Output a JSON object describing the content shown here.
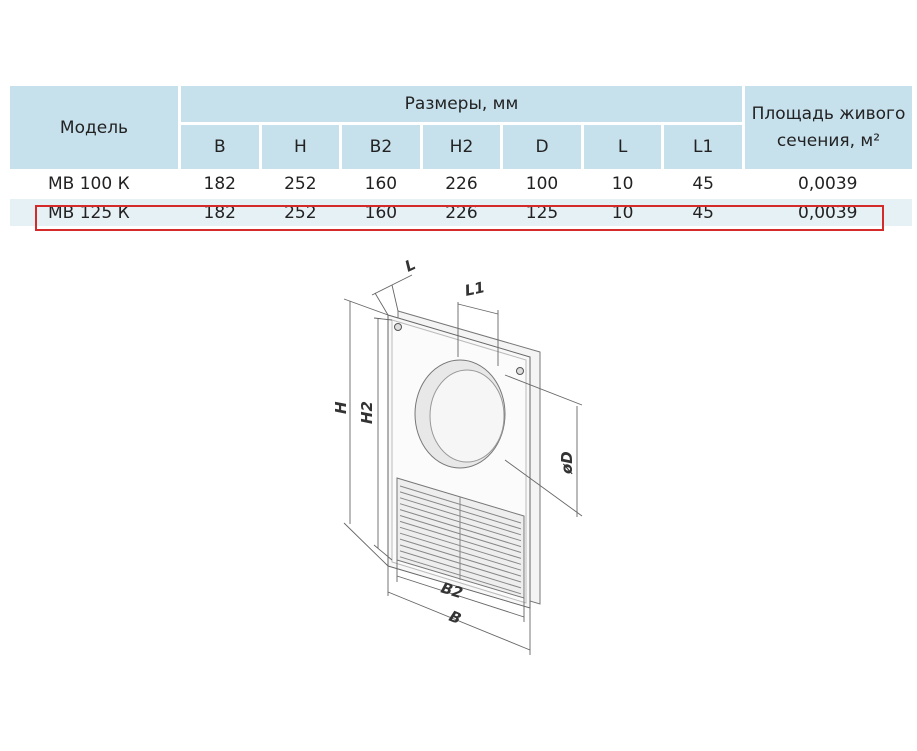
{
  "table": {
    "model_header": "Модель",
    "dimensions_header": "Размеры, мм",
    "area_header_line1": "Площадь живого",
    "area_header_line2": "сечения, м²",
    "columns": [
      "B",
      "H",
      "B2",
      "H2",
      "D",
      "L",
      "L1"
    ],
    "rows": [
      {
        "model": "МВ 100 К",
        "values": [
          "182",
          "252",
          "160",
          "226",
          "100",
          "10",
          "45"
        ],
        "area": "0,0039",
        "highlighted": false
      },
      {
        "model": "МВ 125 К",
        "values": [
          "182",
          "252",
          "160",
          "226",
          "125",
          "10",
          "45"
        ],
        "area": "0,0039",
        "highlighted": true
      }
    ]
  },
  "drawing": {
    "labels": {
      "L": "L",
      "L1": "L1",
      "H": "H",
      "H2": "H2",
      "D": "øD",
      "B2": "B2",
      "B": "B"
    }
  },
  "colors": {
    "header_bg": "#c6e0ec",
    "shaded_row_bg": "#e6f1f6",
    "highlight_border": "#d42a2a"
  }
}
